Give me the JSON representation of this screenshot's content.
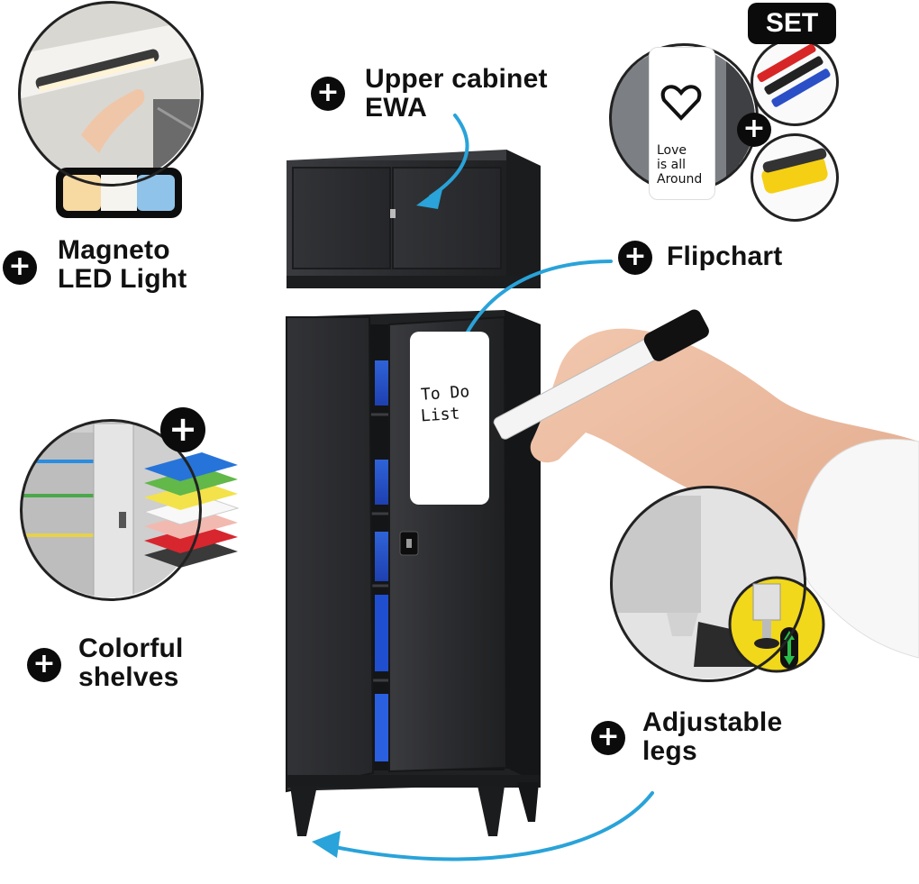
{
  "features": {
    "magneto": {
      "line1": "Magneto",
      "line2": "LED Light"
    },
    "upper": {
      "line1": "Upper cabinet",
      "line2": "EWA"
    },
    "flipchart": {
      "label": "Flipchart"
    },
    "colorful": {
      "line1": "Colorful",
      "line2": "shelves"
    },
    "adjustable": {
      "line1": "Adjustable",
      "line2": "legs"
    }
  },
  "plus_symbol": "+",
  "set_badge": "SET",
  "whiteboard_text": {
    "line1": "To Do",
    "line2": "List"
  },
  "flipchart_text": {
    "line1": "Love",
    "line2": "is all",
    "line3": "Around"
  },
  "icons": {
    "plus": "plus-icon",
    "arrow": "curved-arrow-icon",
    "heart": "heart-icon",
    "marker": "marker-icon",
    "sponge": "sponge-icon"
  },
  "colors": {
    "accent_blue": "#29a3d9",
    "cabinet": "#2a2b2d",
    "led_warm": "#f7d9a2",
    "led_cool": "#8fc3ea"
  }
}
